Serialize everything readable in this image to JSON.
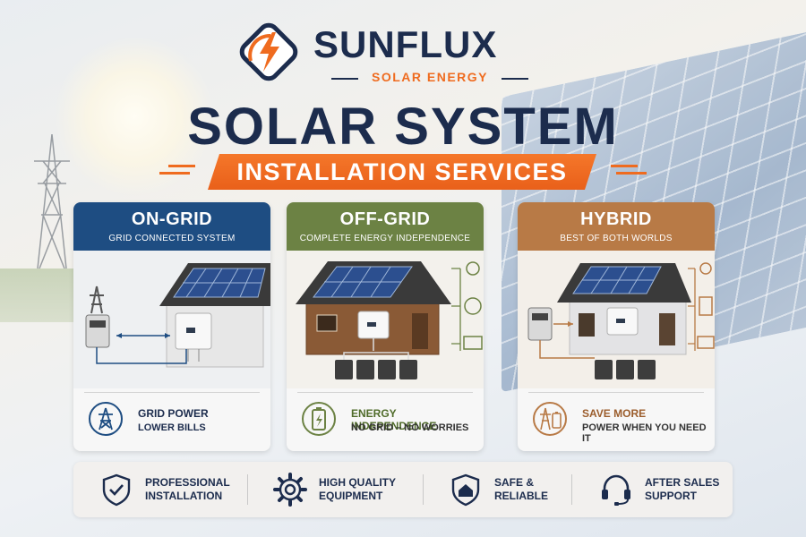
{
  "brand": {
    "name": "SUNFLUX",
    "tagline": "SOLAR ENERGY"
  },
  "headline": {
    "title": "SOLAR SYSTEM",
    "ribbon": "INSTALLATION SERVICES"
  },
  "cards": [
    {
      "title": "ON-GRID",
      "subtitle": "GRID CONNECTED SYSTEM",
      "feature_line1": "GRID POWER",
      "feature_line2": "LOWER BILLS",
      "color": "#1e4d82"
    },
    {
      "title": "OFF-GRID",
      "subtitle": "COMPLETE ENERGY INDEPENDENCE",
      "feature_line1": "ENERGY INDEPENDENCE",
      "feature_line2": "NO GRID – NO WORRIES",
      "color": "#6c8244"
    },
    {
      "title": "HYBRID",
      "subtitle": "BEST OF BOTH WORLDS",
      "feature_line1": "SAVE MORE",
      "feature_line2": "POWER WHEN YOU NEED IT",
      "color": "#b87a46"
    }
  ],
  "features": [
    {
      "line1": "PROFESSIONAL",
      "line2": "INSTALLATION",
      "icon": "shield-check-icon"
    },
    {
      "line1": "HIGH QUALITY",
      "line2": "EQUIPMENT",
      "icon": "gear-icon"
    },
    {
      "line1": "SAFE &",
      "line2": "RELIABLE",
      "icon": "shield-home-icon"
    },
    {
      "line1": "AFTER SALES",
      "line2": "SUPPORT",
      "icon": "headset-icon"
    }
  ],
  "colors": {
    "navy": "#1c2c4d",
    "orange": "#ef6b1f"
  }
}
